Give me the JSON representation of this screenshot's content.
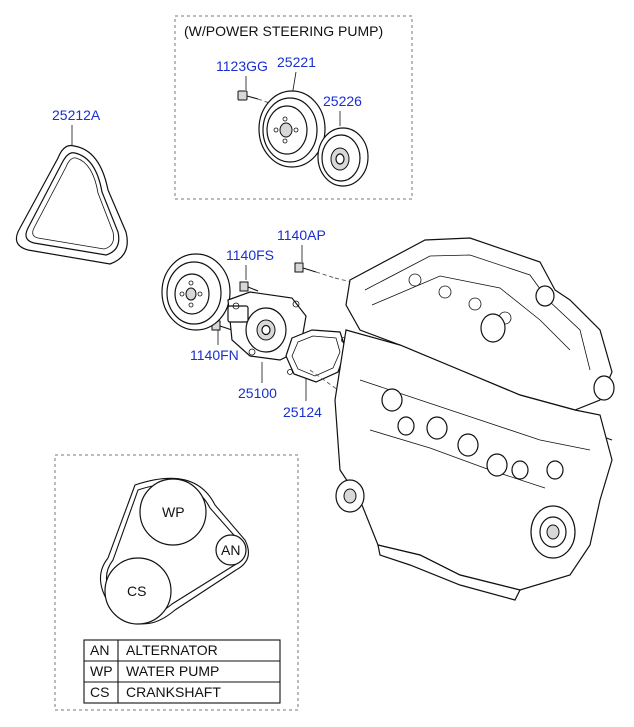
{
  "inset_top": {
    "caption": "(W/POWER STEERING PUMP)",
    "labels": {
      "bolt": "1123GG",
      "pulley": "25221",
      "pulley_small": "25226"
    }
  },
  "belt": {
    "label": "25212A"
  },
  "pump_group": {
    "labels": {
      "bolt_ap": "1140AP",
      "bolt_fs": "1140FS",
      "bolt_fn": "1140FN",
      "water_pump": "25100",
      "gasket": "25124"
    }
  },
  "belt_layout": {
    "circles": {
      "wp": "WP",
      "an": "AN",
      "cs": "CS"
    },
    "legend": [
      {
        "code": "AN",
        "name": "ALTERNATOR"
      },
      {
        "code": "WP",
        "name": "WATER PUMP"
      },
      {
        "code": "CS",
        "name": "CRANKSHAFT"
      }
    ]
  },
  "colors": {
    "callout": "#1a2fd0",
    "line": "#111111"
  }
}
